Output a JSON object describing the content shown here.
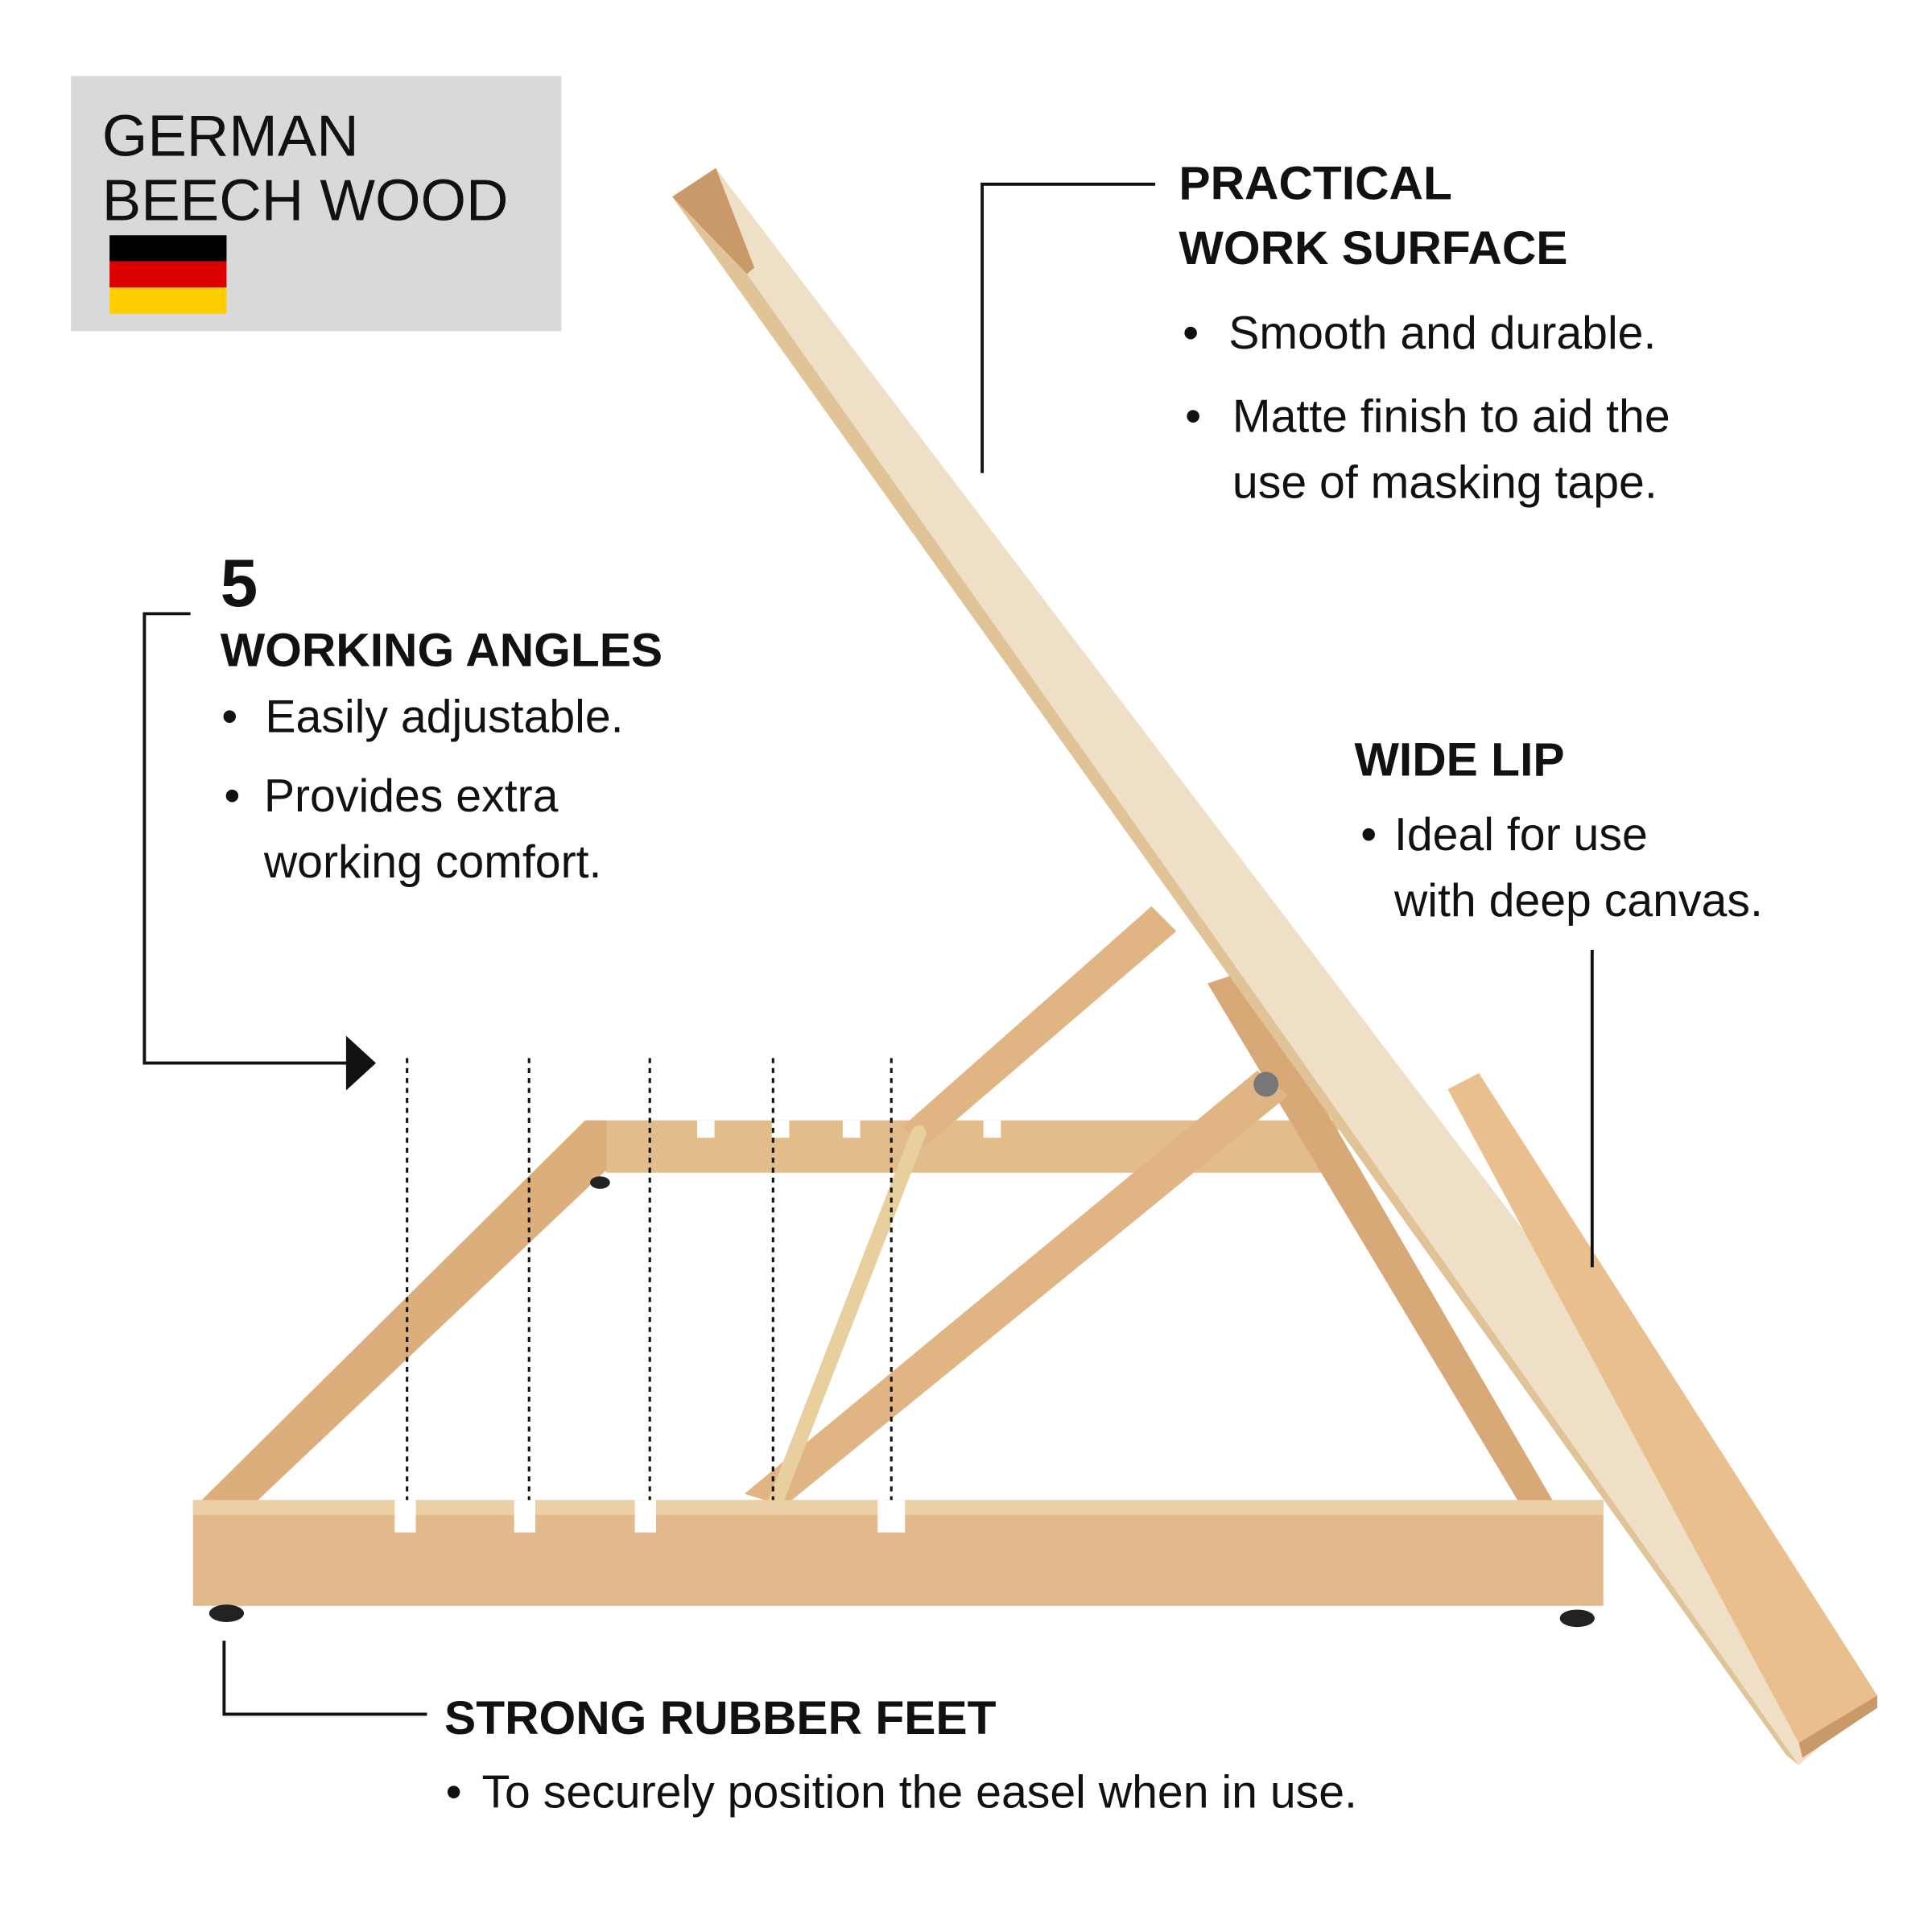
{
  "colors": {
    "badge_bg": "#d9d9d9",
    "wood_light": "#efdfc6",
    "wood_mid": "#e3bc8c",
    "wood_dark": "#c9996a",
    "text": "#111111"
  },
  "badge": {
    "line1": "GERMAN",
    "line2": "BEECH WOOD",
    "flag_icon": "german-flag",
    "flag_colors": [
      "#000000",
      "#dd0000",
      "#ffce00"
    ]
  },
  "work_surface": {
    "title_line1": "PRACTICAL",
    "title_line2": "WORK SURFACE",
    "bullets": [
      "Smooth and durable.",
      "Matte finish to aid the",
      "use of masking tape."
    ]
  },
  "angles": {
    "number": "5",
    "title": "WORKING ANGLES",
    "bullets": [
      "Easily adjustable.",
      "Provides extra",
      "working comfort."
    ],
    "count": 5
  },
  "wide_lip": {
    "title": "WIDE LIP",
    "bullets": [
      "Ideal for use",
      "with deep canvas."
    ]
  },
  "feet": {
    "title": "STRONG RUBBER FEET",
    "bullets": [
      "To securely position the easel when in use."
    ]
  },
  "bullet_glyph": "•"
}
